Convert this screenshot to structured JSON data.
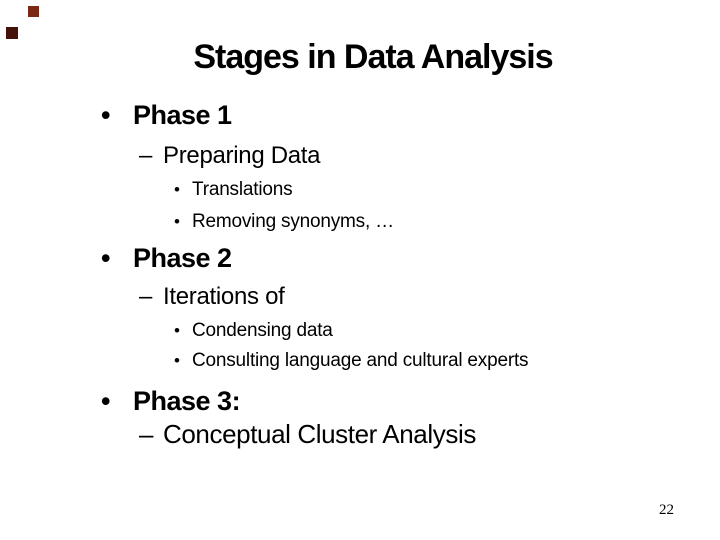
{
  "slide": {
    "title": "Stages in Data Analysis",
    "page_number": "22",
    "markers": {
      "level1_bullet": "•",
      "level2_dash": "–",
      "level3_bullet": "•"
    },
    "outline": [
      {
        "level": 1,
        "text": "Phase 1"
      },
      {
        "level": 2,
        "text": "Preparing Data"
      },
      {
        "level": 3,
        "text": "Translations"
      },
      {
        "level": 3,
        "text": "Removing synonyms, …"
      },
      {
        "level": 1,
        "text": "Phase 2"
      },
      {
        "level": 2,
        "text": "Iterations of"
      },
      {
        "level": 3,
        "text": "Condensing data"
      },
      {
        "level": 3,
        "text": "Consulting language and cultural experts"
      },
      {
        "level": 1,
        "text": "Phase 3:"
      },
      {
        "level": 2,
        "text": "Conceptual Cluster Analysis"
      }
    ],
    "decor_squares": [
      {
        "position": "top",
        "color": "#7B2815"
      },
      {
        "position": "left",
        "color": "#451009"
      }
    ],
    "colors": {
      "text": "#000000",
      "background": "#FFFFFF"
    }
  }
}
